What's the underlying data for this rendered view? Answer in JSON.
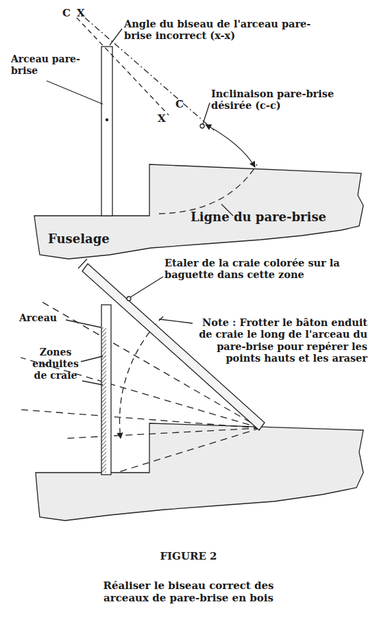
{
  "diagram": {
    "title": "FIGURE 2",
    "caption": "Réaliser le biseau correct des arceaux de pare-brise en bois",
    "labels": [
      "C",
      "X",
      "Angle du biseau de l'arceau pare-brise incorrect (x-x)",
      "Arceau pare-brise",
      "Inclinaison pare-brise désirée (c-c)",
      "C",
      "X",
      "Ligne du pare-brise",
      "Fuselage",
      "Etaler de la craie colorée sur la baguette dans cette zone",
      "Arceau",
      "Zones enduites de craie",
      "Note : Frotter le bâton enduit de craie le long de l'arceau du pare-brise pour repérer les points hauts et les araser"
    ]
  }
}
